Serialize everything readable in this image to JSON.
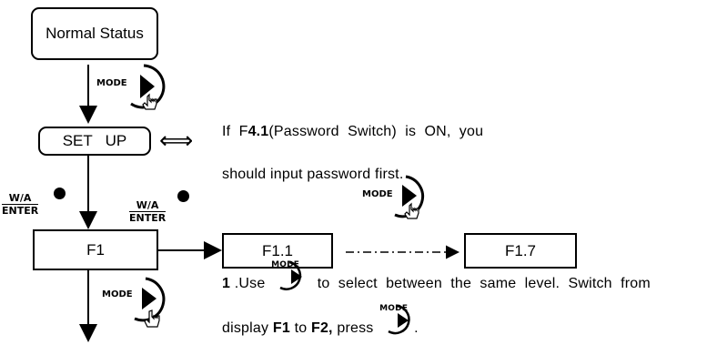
{
  "boxes": {
    "normal_status": "Normal Status",
    "setup": "SET   UP",
    "f1": "F1",
    "f1_1": "F1.1",
    "f1_7": "F1.7"
  },
  "key_labels": {
    "mode": "MODE",
    "wa_top": "W/A",
    "wa_bottom": "ENTER"
  },
  "password_note": {
    "prefix": "If  F",
    "bold": "4.1",
    "line1_rest": "(Password  Switch)  is  ON,  you",
    "line2": "should input password first."
  },
  "instruction": {
    "number": "1",
    "use": " .Use",
    "rest1": "to  select  between  the  same  level.  Switch  from",
    "display": "display ",
    "from": "F1",
    "to": " to ",
    "target": "F2,",
    "press": " press",
    "period": "."
  },
  "symbols": {
    "double_arrow": "⟺"
  },
  "colors": {
    "line": "#000000",
    "background": "#ffffff"
  }
}
